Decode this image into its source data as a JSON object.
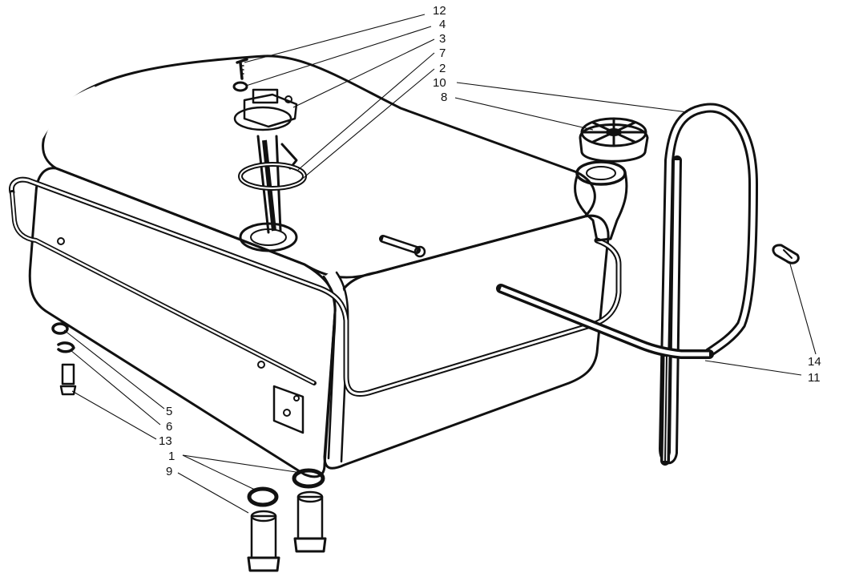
{
  "diagram": {
    "labels": [
      {
        "id": "12",
        "text": "12"
      },
      {
        "id": "4",
        "text": "4"
      },
      {
        "id": "3",
        "text": "3"
      },
      {
        "id": "7",
        "text": "7"
      },
      {
        "id": "2",
        "text": "2"
      },
      {
        "id": "10",
        "text": "10"
      },
      {
        "id": "8",
        "text": "8"
      },
      {
        "id": "14",
        "text": "14"
      },
      {
        "id": "11",
        "text": "11"
      },
      {
        "id": "5",
        "text": "5"
      },
      {
        "id": "6",
        "text": "6"
      },
      {
        "id": "13",
        "text": "13"
      },
      {
        "id": "1",
        "text": "1"
      },
      {
        "id": "9",
        "text": "9"
      }
    ]
  }
}
